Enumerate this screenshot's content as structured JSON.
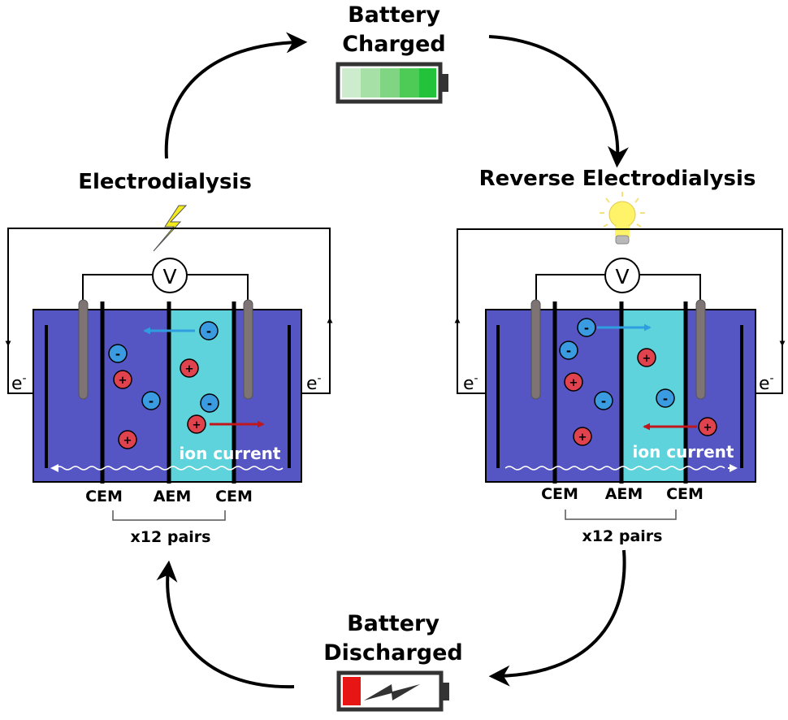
{
  "top": {
    "line1": "Battery",
    "line2": "Charged"
  },
  "bottom": {
    "line1": "Battery",
    "line2": "Discharged"
  },
  "left_panel": {
    "title": "Electrodialysis",
    "voltmeter": "V",
    "electron_left": "e",
    "electron_right": "e",
    "electron_sup": "-",
    "ion_current": "ion current",
    "membranes": [
      "CEM",
      "AEM",
      "CEM"
    ],
    "pairs": "x12 pairs"
  },
  "right_panel": {
    "title": "Reverse Electrodialysis",
    "voltmeter": "V",
    "electron_left": "e",
    "electron_right": "e",
    "electron_sup": "-",
    "ion_current": "ion current",
    "membranes": [
      "CEM",
      "AEM",
      "CEM"
    ],
    "pairs": "x12 pairs"
  },
  "ions": {
    "plus": "+",
    "minus": "-"
  },
  "colors": {
    "cell_blue": "#5555c4",
    "cell_cyan": "#5fd3dc",
    "anion": "#3a9be0",
    "cation": "#e0424e",
    "battery_green_dark": "#22c23a",
    "battery_green_light": "#c8ecc8",
    "battery_red": "#e81515",
    "lightning": "#f2ea1a",
    "bulb": "#fff36a"
  },
  "icons": [
    "lightning-bolt-icon",
    "light-bulb-icon",
    "battery-full-icon",
    "battery-empty-icon"
  ]
}
